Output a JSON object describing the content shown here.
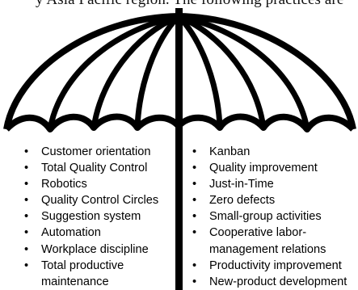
{
  "header_fragment": "y Asia Pacific region. The following practices are",
  "umbrella": {
    "canopy_color": "#000000",
    "background": "#ffffff"
  },
  "left_list": [
    "Customer orientation",
    "Total Quality Control",
    "Robotics",
    "Quality Control Circles",
    "Suggestion system",
    "Automation",
    "Workplace discipline",
    "Total productive",
    "maintenance"
  ],
  "right_list": [
    "Kanban",
    "Quality improvement",
    "Just-in-Time",
    "Zero defects",
    "Small-group activities",
    "Cooperative labor-",
    "management relations",
    "Productivity improvement",
    "New-product development"
  ],
  "bullet_char": "•"
}
